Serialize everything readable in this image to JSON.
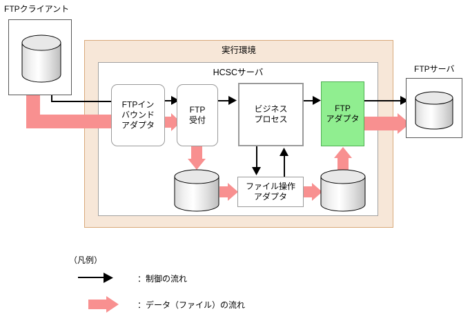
{
  "diagram": {
    "client": {
      "label": "FTPクライアント",
      "storage_icon": "database-cylinder-icon"
    },
    "environment": {
      "title": "実行環境",
      "server_title": "HCSCサーバ",
      "nodes": {
        "inbound_adapter": "FTPイン\nバウンド\nアダプタ",
        "ftp_reception": "FTP\n受付",
        "business_process": "ビジネス\nプロセス",
        "file_op_adapter": "ファイル操作\nアダプタ",
        "ftp_adapter": "FTP\nアダプタ"
      },
      "storages": {
        "inbound_store": "database-cylinder-icon",
        "outbound_store": "database-cylinder-icon"
      },
      "accent_color": "#90ee90",
      "background_color": "#f7e7d8"
    },
    "server": {
      "label": "FTPサーバ",
      "storage_icon": "database-cylinder-icon"
    },
    "legend": {
      "title": "（凡例）",
      "items": [
        {
          "type": "black-arrow",
          "text": "：制御の流れ"
        },
        {
          "type": "pink-arrow",
          "text": "：データ（ファイル）の流れ"
        }
      ]
    },
    "colors": {
      "control_flow": "#000000",
      "data_flow": "#f89090",
      "environment_fill": "#f7e7d8",
      "adapter_highlight": "#90ee90"
    }
  }
}
